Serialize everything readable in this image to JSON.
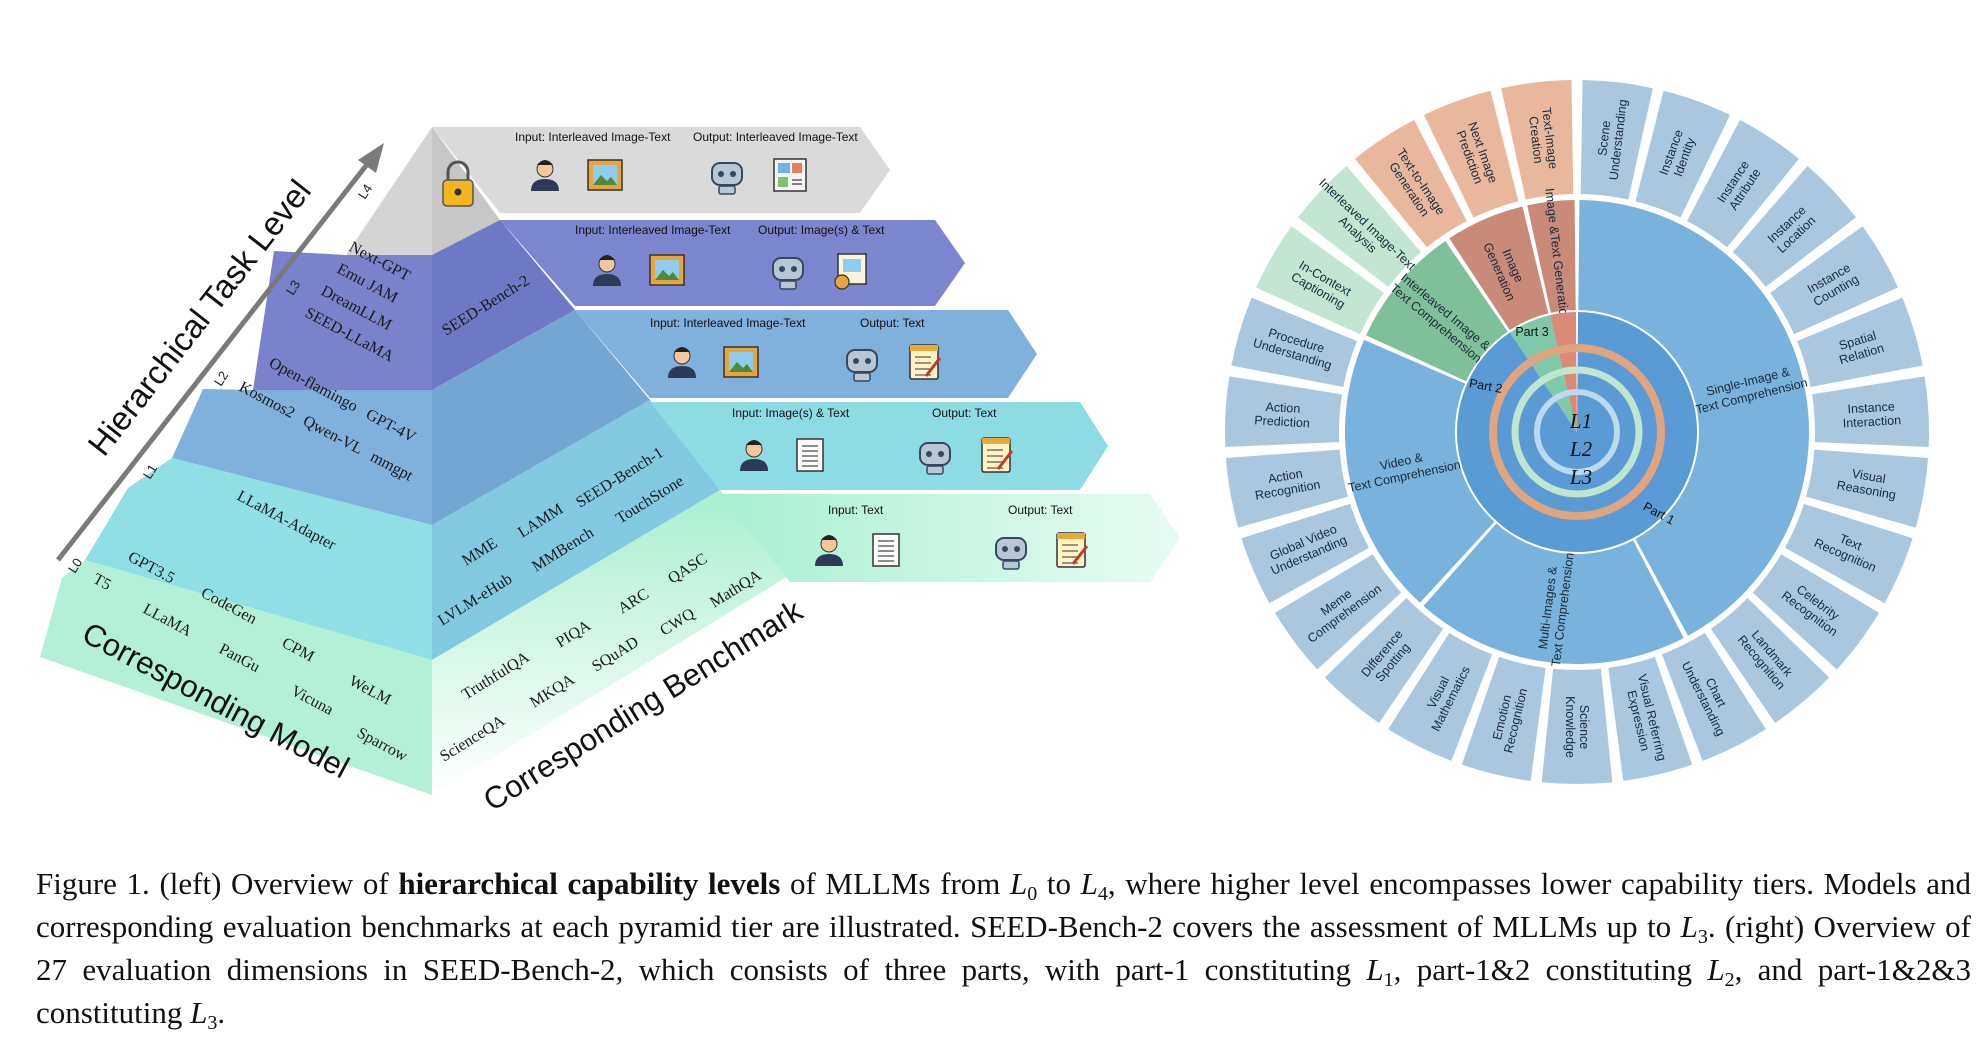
{
  "pyramid": {
    "task_axis_label": "Hierarchical Task Level",
    "model_axis_label": "Corresponding Model",
    "benchmark_axis_label": "Corresponding Benchmark",
    "level_labels": [
      "L4",
      "L3",
      "L2",
      "L1",
      "L0"
    ],
    "l3_benchmark": "SEED-Bench-2",
    "models": {
      "l3": [
        "Next-GPT",
        "Emu  JAM",
        "DreamLLM",
        "SEED-LLaMA"
      ],
      "l2": [
        "Open-flamingo   GPT-4V",
        "Kosmos2   Qwen-VL   mmgpt"
      ],
      "l1": [
        "LLaMA-Adapter"
      ],
      "l0": [
        "GPT3.5",
        "CodeGen",
        "CPM",
        "WeLM",
        "T5",
        "LLaMA",
        "PanGu",
        "Vicuna",
        "Sparrow"
      ]
    },
    "benchmarks": {
      "l1": [
        "MME",
        "LAMM",
        "SEED-Bench-1",
        "LVLM-eHub",
        "MMBench",
        "TouchStone"
      ],
      "l0": [
        "QASC",
        "ARC",
        "PIQA",
        "TruthfulQA",
        "MathQA",
        "CWQ",
        "SQuAD",
        "MKQA",
        "ScienceQA"
      ]
    },
    "io": [
      {
        "input": "Input: Interleaved Image-Text",
        "output": "Output: Interleaved Image-Text"
      },
      {
        "input": "Input: Interleaved Image-Text",
        "output": "Output: Image(s) & Text"
      },
      {
        "input": "Input: Interleaved Image-Text",
        "output": "Output: Text"
      },
      {
        "input": "Input: Image(s) & Text",
        "output": "Output: Text"
      },
      {
        "input": "Input: Text",
        "output": "Output: Text"
      }
    ],
    "colors": {
      "l4": "#d9d9d9",
      "l3": "#7b82cb",
      "l2": "#7aacd8",
      "l1": "#8fdde3",
      "l0": "#b6f0d6"
    }
  },
  "wheel": {
    "center_levels": [
      "L1",
      "L2",
      "L3"
    ],
    "parts": [
      {
        "label": "Part 1",
        "color": "#5b9bd5"
      },
      {
        "label": "Part 2",
        "color": "#7fc8a9"
      },
      {
        "label": "Part 3",
        "color": "#d98b78"
      }
    ],
    "inner_segments": [
      {
        "label": "Single-Image & Text Comprehension",
        "color": "#78b2dd"
      },
      {
        "label": "Multi-Images & Text Comprehension",
        "color": "#78b2dd"
      },
      {
        "label": "Video & Text Comprehension",
        "color": "#78b2dd"
      },
      {
        "label": "Interleaved Image & Text Comprehension",
        "color": "#7fc09a"
      },
      {
        "label": "Image Generation",
        "color": "#c98a78"
      },
      {
        "label": "Image &Text Generation",
        "color": "#c98a78"
      }
    ],
    "dimensions": [
      "Scene Understanding",
      "Instance Identity",
      "Instance Attribute",
      "Instance Location",
      "Instance Counting",
      "Spatial Relation",
      "Instance Interaction",
      "Visual Reasoning",
      "Text Recognition",
      "Celebrity Recognition",
      "Landmark Recognition",
      "Chart Understanding",
      "Visual Referring Expression",
      "Science Knowledge",
      "Emotion Recognition",
      "Visual Mathematics",
      "Difference Spotting",
      "Meme Comprehension",
      "Global Video Understanding",
      "Action Recognition",
      "Action Prediction",
      "Procedure Understanding",
      "In-Context Captioning",
      "Interleaved Image-Text Analysis",
      "Text-to-Image Generation",
      "Next Image Prediction",
      "Text-Image Creation"
    ],
    "colors": {
      "part1_outer": "#a9c8e0",
      "part2_outer": "#c3e6d2",
      "part3_outer": "#e9b89c"
    }
  },
  "caption": {
    "fig_label": "Figure 1.",
    "p1": " (left) Overview of ",
    "bold": "hierarchical capability levels",
    "p2": " of MLLMs from ",
    "p3": " to ",
    "p4": ", where higher level encompasses lower capability tiers.  Models and corresponding evaluation benchmarks at each pyramid tier are illustrated.  SEED-Bench-2 covers the assessment of MLLMs up to ",
    "p5": ". (right) Overview of 27 evaluation dimensions in SEED-Bench-2, which consists of three parts, with part-1 constituting ",
    "p6": ", part-1&2 constituting ",
    "p7": ", and part-1&2&3 constituting ",
    "p8": ".",
    "l0": "L",
    "l0s": "0",
    "l4": "L",
    "l4s": "4",
    "l3": "L",
    "l3s": "3",
    "l1b": "L",
    "l1bs": "1",
    "l2b": "L",
    "l2bs": "2",
    "l3b": "L",
    "l3bs": "3"
  }
}
